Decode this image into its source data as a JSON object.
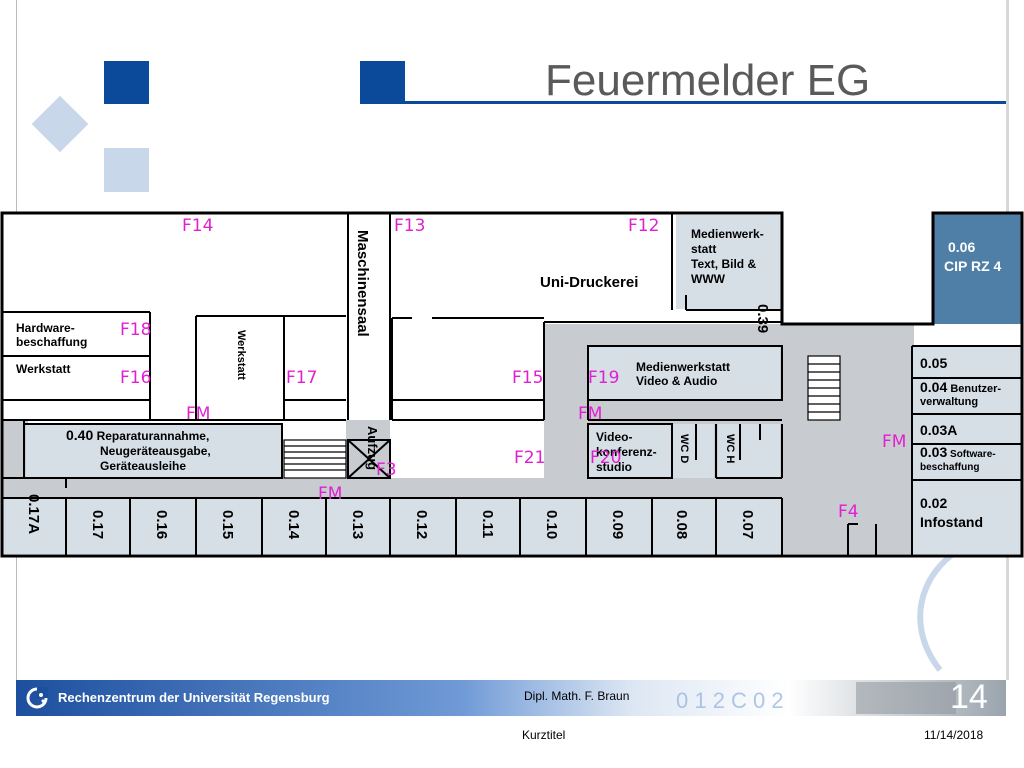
{
  "slide": {
    "title": "Feuermelder EG",
    "footer": {
      "org": "Rechenzentrum der Universität Regensburg",
      "author": "Dipl. Math. F. Braun",
      "page": "14",
      "short_title": "Kurztitel",
      "date": "11/14/2018"
    }
  },
  "rooms": {
    "medienwerkstatt_tbw": [
      "Medienwerk-",
      "statt",
      "Text, Bild &",
      "WWW"
    ],
    "uni_druckerei": "Uni-Druckerei",
    "maschinensaal": "Maschinensaal",
    "cip_num": "0.06",
    "cip_name": "CIP RZ 4",
    "hardware": [
      "Hardware-",
      "beschaffung"
    ],
    "werkstatt_left": "Werkstatt",
    "werkstatt_vert": "Werkstatt",
    "r039": "0.39",
    "medien_video": [
      "Medienwerkstatt",
      "Video & Audio"
    ],
    "r005": "0.05",
    "r004_num": "0.04",
    "r004_text": [
      "Benutzer-",
      "verwaltung"
    ],
    "r003a": "0.03A",
    "r003_num": "0.03",
    "r003_text": [
      "Software-",
      "beschaffung"
    ],
    "r002_num": "0.02",
    "r002_name": "Infostand",
    "r040_num": "0.40",
    "r040_text": [
      "Reparaturannahme,",
      "Neugeräteausgabe,",
      "Geräteausleihe"
    ],
    "aufzug": "Aufzug",
    "video_konf": [
      "Video-",
      "konferenz-",
      "studio"
    ],
    "wc_d": "WC D",
    "wc_h": "WC H",
    "bottom_rooms": [
      "0.17A",
      "0.17",
      "0.16",
      "0.15",
      "0.14",
      "0.13",
      "0.12",
      "0.11",
      "0.10",
      "0.09",
      "0.08",
      "0.07"
    ]
  },
  "detectors": {
    "f14": "F14",
    "f13": "F13",
    "f12": "F12",
    "f18": "F18",
    "f16": "F16",
    "f17": "F17",
    "f15": "F15",
    "f19": "F19",
    "f21": "F21",
    "f20": "F20",
    "f3": "F3",
    "f4": "F4",
    "fm1": "FM",
    "fm2": "FM",
    "fm3": "FM",
    "fm4": "FM"
  },
  "colors": {
    "corridor": "#c8ccd0",
    "room_fill": "#d6dee6",
    "cip_fill": "#4f7fa6",
    "wall": "#000000",
    "detector": "#e020d0",
    "brand_blue": "#0b4a9a",
    "deco_light": "#c9d7ea"
  }
}
